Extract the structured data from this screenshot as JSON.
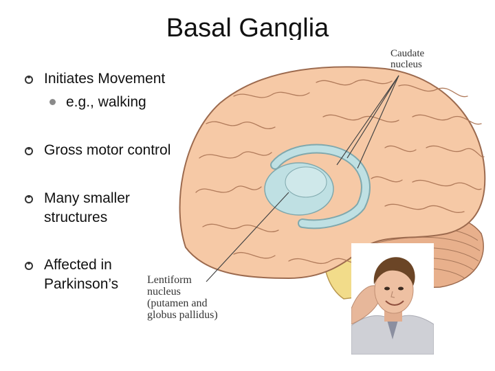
{
  "slide": {
    "title": "Basal Ganglia",
    "bullets": [
      {
        "text": "Initiates Movement"
      },
      {
        "text": "Gross motor control"
      },
      {
        "line1": "Many smaller",
        "line2": "structures"
      },
      {
        "line1": "Affected in",
        "line2": "Parkinson’s"
      }
    ],
    "sub_bullet": "e.g., walking"
  },
  "diagram": {
    "labels": {
      "caudate_line1": "Caudate",
      "caudate_line2": "nucleus",
      "lentiform_line1": "Lentiform",
      "lentiform_line2": "nucleus",
      "lentiform_line3": "(putamen and",
      "lentiform_line4": "globus pallidus)"
    }
  },
  "colors": {
    "brain_fill": "#f6c9a6",
    "brain_outline": "#9c6a4e",
    "basal_ganglia": "#bfe0e3",
    "cerebellum": "#e8b08c",
    "brainstem": "#f2dc8a"
  }
}
